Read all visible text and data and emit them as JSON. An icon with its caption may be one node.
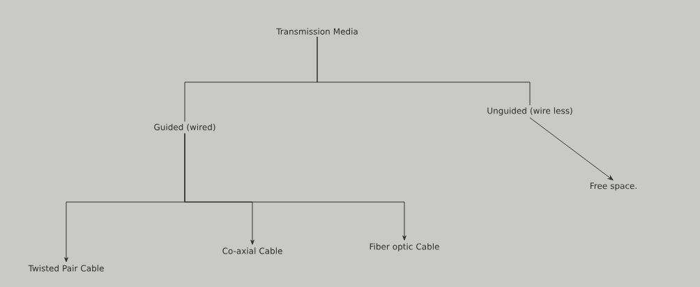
{
  "diagram": {
    "nodes": [
      {
        "text": [
          "Transmission Media"
        ]
      },
      {
        "text": [
          "Guided (wired)"
        ]
      },
      {
        "text": [
          "Unguided (wire less)"
        ]
      },
      {
        "text": [
          "Free space."
        ]
      },
      {
        "text": [
          "Twisted Pair Cable"
        ]
      },
      {
        "text": [
          "Co-axial Cable"
        ]
      },
      {
        "text": [
          "Fiber optic Cable"
        ]
      }
    ],
    "edges": [
      {
        "from": 0,
        "to": 1,
        "arrow": "none"
      },
      {
        "from": 0,
        "to": 2,
        "arrow": "none"
      },
      {
        "from": 2,
        "to": 3,
        "arrow": "to"
      },
      {
        "from": 1,
        "to": 4,
        "arrow": "to"
      },
      {
        "from": 1,
        "to": 5,
        "arrow": "to"
      },
      {
        "from": 1,
        "to": 6,
        "arrow": "to"
      }
    ]
  }
}
